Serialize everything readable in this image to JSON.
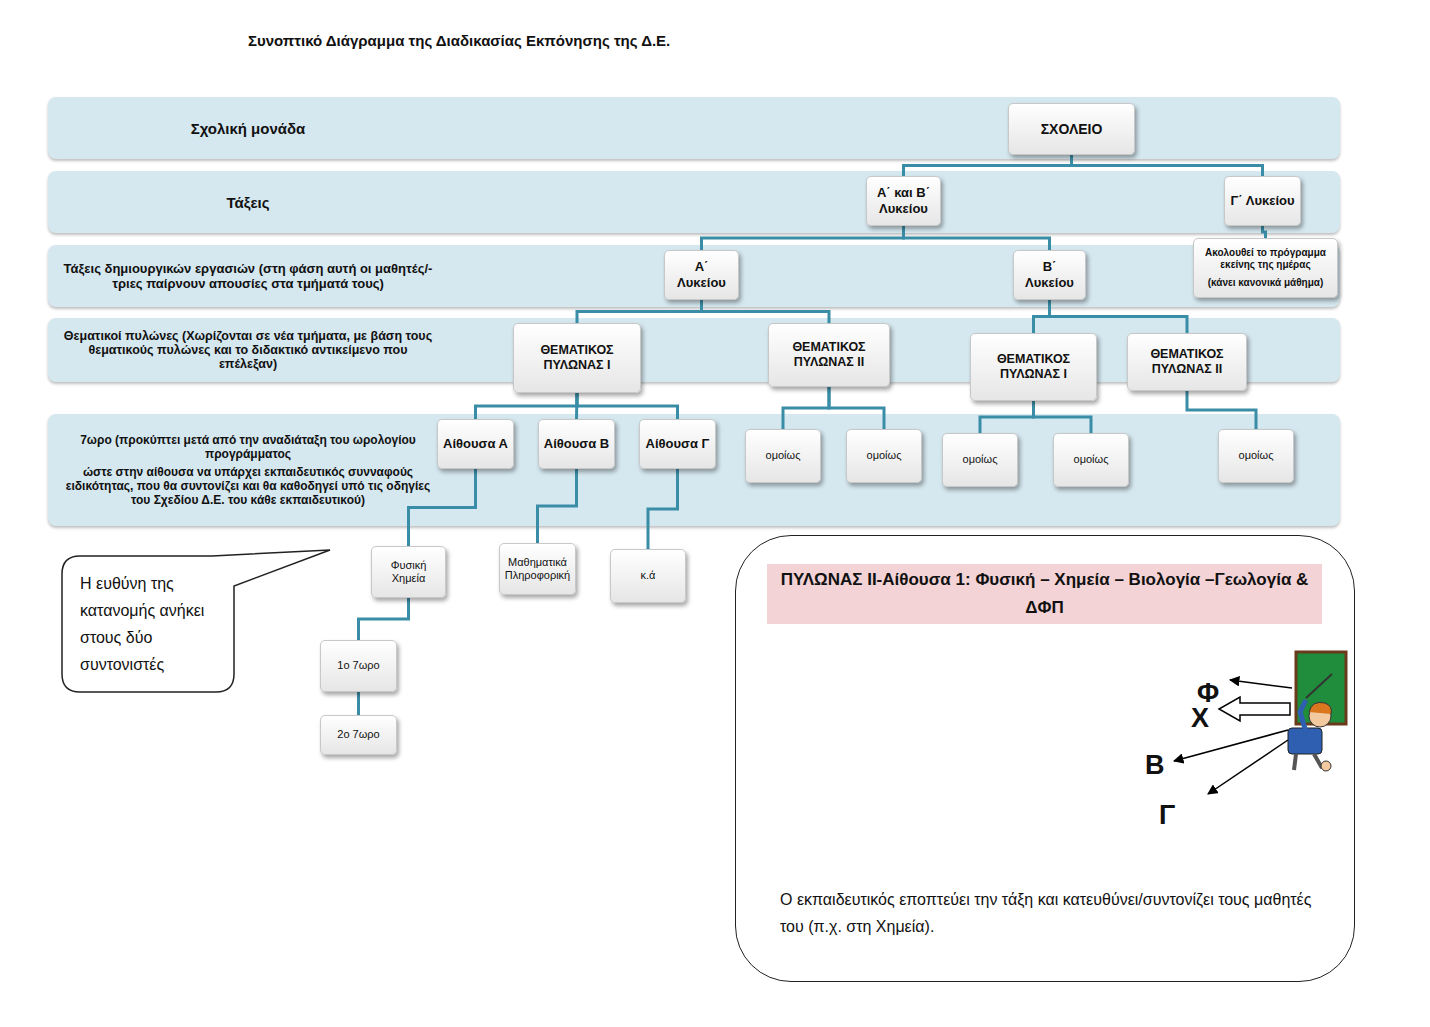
{
  "diagram": {
    "title": "Συνοπτικό Διάγραμμα της Διαδικασίας Εκπόνησης της Δ.Ε.",
    "nodes": [
      {
        "text": [
          "Σχολική μονάδα"
        ]
      },
      {
        "text": [
          "ΣΧΟΛΕΙΟ"
        ],
        "in": 0
      },
      {
        "text": [
          "Τάξεις"
        ]
      },
      {
        "text": [
          "Α΄ και Β΄ Λυκείου"
        ],
        "in": 2
      },
      {
        "text": [
          "Γ΄ Λυκείου"
        ],
        "in": 2
      },
      {
        "text": [
          "Τάξεις δημιουργικών εργασιών (στη φάση αυτή οι μαθητές/-τριες παίρνουν απουσίες στα τμήματά τους)"
        ]
      },
      {
        "text": [
          "Α΄ Λυκείου"
        ],
        "in": 5
      },
      {
        "text": [
          "Β΄ Λυκείου"
        ],
        "in": 5
      },
      {
        "text": [
          "Ακολουθεί το πρόγραμμα εκείνης της ημέρας",
          "(κάνει κανονικά μάθημα)"
        ],
        "in": 5
      },
      {
        "text": [
          "Θεματικοί πυλώνες (Χωρίζονται σε νέα τμήματα, με βάση τους θεματικούς πυλώνες και το διδακτικό αντικείμενο που επέλεξαν)"
        ]
      },
      {
        "text": [
          "ΘΕΜΑΤΙΚΟΣ ΠΥΛΩΝΑΣ Ι"
        ],
        "in": 9
      },
      {
        "text": [
          "ΘΕΜΑΤΙΚΟΣ ΠΥΛΩΝΑΣ ΙΙ"
        ],
        "in": 9
      },
      {
        "text": [
          "ΘΕΜΑΤΙΚΟΣ ΠΥΛΩΝΑΣ Ι"
        ],
        "in": 9
      },
      {
        "text": [
          "ΘΕΜΑΤΙΚΟΣ ΠΥΛΩΝΑΣ ΙΙ"
        ],
        "in": 9
      },
      {
        "text": [
          "7ωρο (προκύπτει μετά από την αναδιάταξη του ωρολογίου προγράμματος",
          "ώστε στην αίθουσα να υπάρχει εκπαιδευτικός συνναφούς ειδικότητας, που θα συντονίζει και θα καθοδηγεί υπό τις οδηγίες του Σχεδίου Δ.Ε. του κάθε εκπαιδευτικού)"
        ]
      },
      {
        "text": [
          "Αίθουσα Α"
        ],
        "in": 14
      },
      {
        "text": [
          "Αίθουσα Β"
        ],
        "in": 14
      },
      {
        "text": [
          "Αίθουσα Γ"
        ],
        "in": 14
      },
      {
        "text": [
          "ομοίως"
        ],
        "in": 14
      },
      {
        "text": [
          "ομοίως"
        ],
        "in": 14
      },
      {
        "text": [
          "ομοίως"
        ],
        "in": 14
      },
      {
        "text": [
          "ομοίως"
        ],
        "in": 14
      },
      {
        "text": [
          "ομοίως"
        ],
        "in": 14
      },
      {
        "text": [
          "Φυσική Χημεία"
        ]
      },
      {
        "text": [
          "Μαθηματικά Πληροφορική"
        ]
      },
      {
        "text": [
          "κ.ά"
        ]
      },
      {
        "text": [
          "1ο 7ωρο"
        ]
      },
      {
        "text": [
          "2ο 7ωρο"
        ]
      },
      {
        "text": [
          "Η ευθύνη της κατανομής ανήκει στους δύο συντονιστές"
        ]
      },
      {
        "text": [
          "ΠΥΛΩΝΑΣ ΙΙ-Αίθουσα 1: Φυσική – Χημεία – Βιολογία –Γεωλογία & ΔΦΠ",
          "Ο εκπαιδευτικός εποπτεύει την τάξη και κατευθύνει/συντονίζει τους μαθητές του (π.χ. στη Χημεία)."
        ]
      }
    ],
    "edges": [
      {
        "from": 1,
        "to": 3,
        "arrow": "none"
      },
      {
        "from": 1,
        "to": 4,
        "arrow": "none"
      },
      {
        "from": 3,
        "to": 6,
        "arrow": "none"
      },
      {
        "from": 3,
        "to": 7,
        "arrow": "none"
      },
      {
        "from": 4,
        "to": 8,
        "arrow": "none"
      },
      {
        "from": 6,
        "to": 10,
        "arrow": "none"
      },
      {
        "from": 6,
        "to": 11,
        "arrow": "none"
      },
      {
        "from": 7,
        "to": 12,
        "arrow": "none"
      },
      {
        "from": 7,
        "to": 13,
        "arrow": "none"
      },
      {
        "from": 10,
        "to": 15,
        "arrow": "none"
      },
      {
        "from": 10,
        "to": 16,
        "arrow": "none"
      },
      {
        "from": 10,
        "to": 17,
        "arrow": "none"
      },
      {
        "from": 11,
        "to": 18,
        "arrow": "none"
      },
      {
        "from": 11,
        "to": 19,
        "arrow": "none"
      },
      {
        "from": 12,
        "to": 20,
        "arrow": "none"
      },
      {
        "from": 12,
        "to": 21,
        "arrow": "none"
      },
      {
        "from": 13,
        "to": 22,
        "arrow": "none"
      },
      {
        "from": 15,
        "to": 23,
        "arrow": "none"
      },
      {
        "from": 16,
        "to": 24,
        "arrow": "none"
      },
      {
        "from": 17,
        "to": 25,
        "arrow": "none"
      },
      {
        "from": 23,
        "to": 26,
        "arrow": "none"
      },
      {
        "from": 26,
        "to": 27,
        "arrow": "none"
      }
    ],
    "labels": [
      "Φ",
      "Χ",
      "Β",
      "Γ"
    ]
  }
}
